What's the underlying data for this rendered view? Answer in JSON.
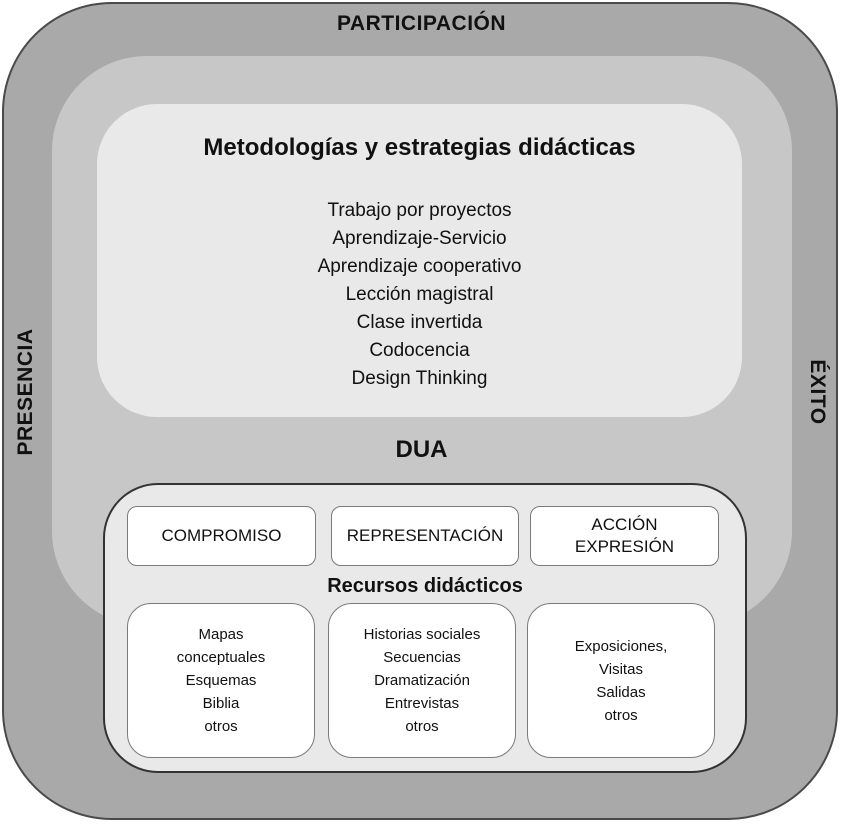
{
  "frame": {
    "top_label": "PARTICIPACIÓN",
    "left_label": "PRESENCIA",
    "right_label": "ÉXITO"
  },
  "methodologies": {
    "title": "Metodologías y estrategias didácticas",
    "items": [
      "Trabajo por proyectos",
      "Aprendizaje-Servicio",
      "Aprendizaje cooperativo",
      "Lección magistral",
      "Clase invertida",
      "Codocencia",
      "Design Thinking"
    ]
  },
  "dua": {
    "title": "DUA",
    "principles": [
      [
        "COMPROMISO"
      ],
      [
        "REPRESENTACIÓN"
      ],
      [
        "ACCIÓN",
        "EXPRESIÓN"
      ]
    ],
    "resources_title": "Recursos didácticos",
    "resources": [
      [
        "Mapas",
        "conceptuales",
        "Esquemas",
        "Biblia",
        "otros"
      ],
      [
        "Historias sociales",
        "Secuencias",
        "Dramatización",
        "Entrevistas",
        "otros"
      ],
      [
        "Exposiciones,",
        "Visitas",
        "Salidas",
        "otros"
      ]
    ]
  },
  "colors": {
    "outer_ring": "#a9a9a9",
    "middle_ring": "#c8c7c8",
    "inner_panel": "#e9e9e9",
    "box_fill": "#ffffff"
  }
}
